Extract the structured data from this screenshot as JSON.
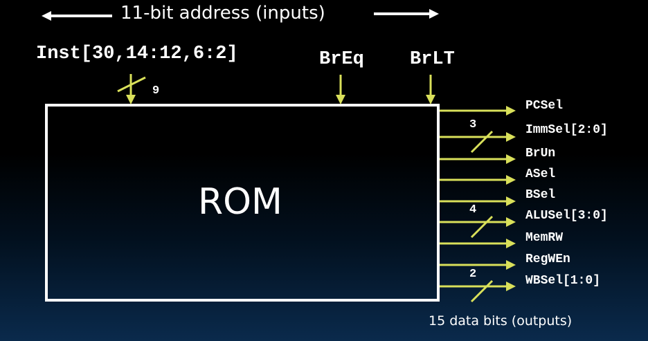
{
  "title": "11-bit address (inputs)",
  "rom_label": "ROM",
  "inputs": {
    "inst": "Inst[30,14:12,6:2]",
    "inst_width": "9",
    "br_eq": "BrEq",
    "br_lt": "BrLT"
  },
  "outputs": [
    {
      "name": "PCSel",
      "width": ""
    },
    {
      "name": "ImmSel[2:0]",
      "width": "3"
    },
    {
      "name": "BrUn",
      "width": ""
    },
    {
      "name": "ASel",
      "width": ""
    },
    {
      "name": "BSel",
      "width": ""
    },
    {
      "name": "ALUSel[3:0]",
      "width": "4"
    },
    {
      "name": "MemRW",
      "width": ""
    },
    {
      "name": "RegWEn",
      "width": ""
    },
    {
      "name": "WBSel[1:0]",
      "width": "2"
    }
  ],
  "outputs_note": "15 data bits (outputs)",
  "colors": {
    "wire": "#d9e05a",
    "box": "#ffffff",
    "text": "#ffffff"
  }
}
